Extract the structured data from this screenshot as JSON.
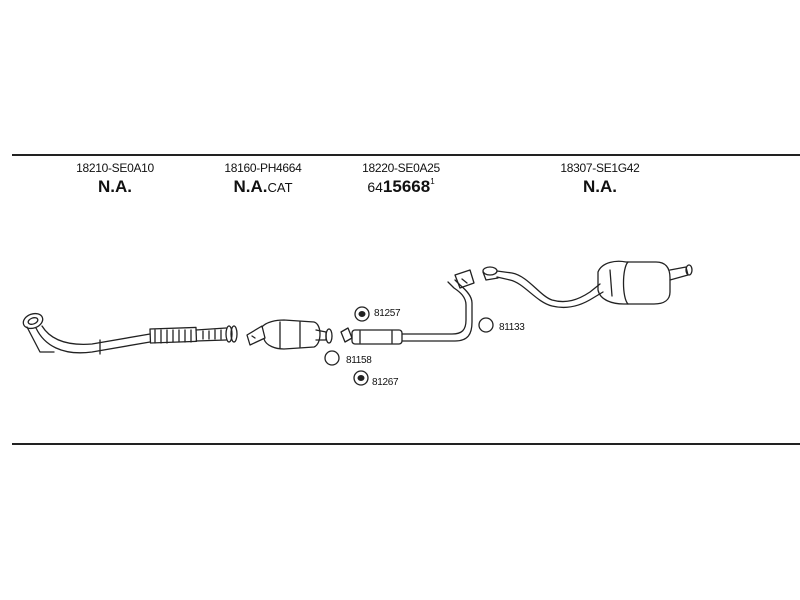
{
  "parts": [
    {
      "part_no": "18210-SE0A10",
      "status": "N.A."
    },
    {
      "part_no": "18160-PH4664",
      "status": "N.A.",
      "suffix": "CAT"
    },
    {
      "part_no": "18220-SE0A25",
      "prefix": "64",
      "status": "15668",
      "superscript": "1"
    },
    {
      "part_no": "18307-SE1G42",
      "status": "N.A."
    }
  ],
  "hardware": {
    "clamp_top": "81257",
    "gasket_middle": "81158",
    "clamp_bottom": "81267",
    "ring_right": "81133"
  }
}
